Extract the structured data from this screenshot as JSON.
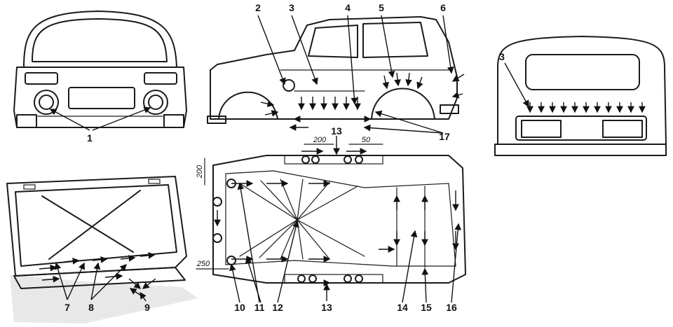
{
  "callouts": {
    "n1": "1",
    "n2": "2",
    "n3": "3",
    "n4": "4",
    "n5": "5",
    "n6": "6",
    "n7": "7",
    "n8": "8",
    "n9": "9",
    "n10": "10",
    "n11": "11",
    "n12": "12",
    "n13": "13",
    "n14": "14",
    "n15": "15",
    "n16": "16",
    "n17": "17"
  },
  "dimensions": {
    "d200_top": "200",
    "d50": "50",
    "d200_side": "200",
    "d250": "250"
  },
  "colors": {
    "ink": "#1a1a1a",
    "paper": "#ffffff"
  }
}
